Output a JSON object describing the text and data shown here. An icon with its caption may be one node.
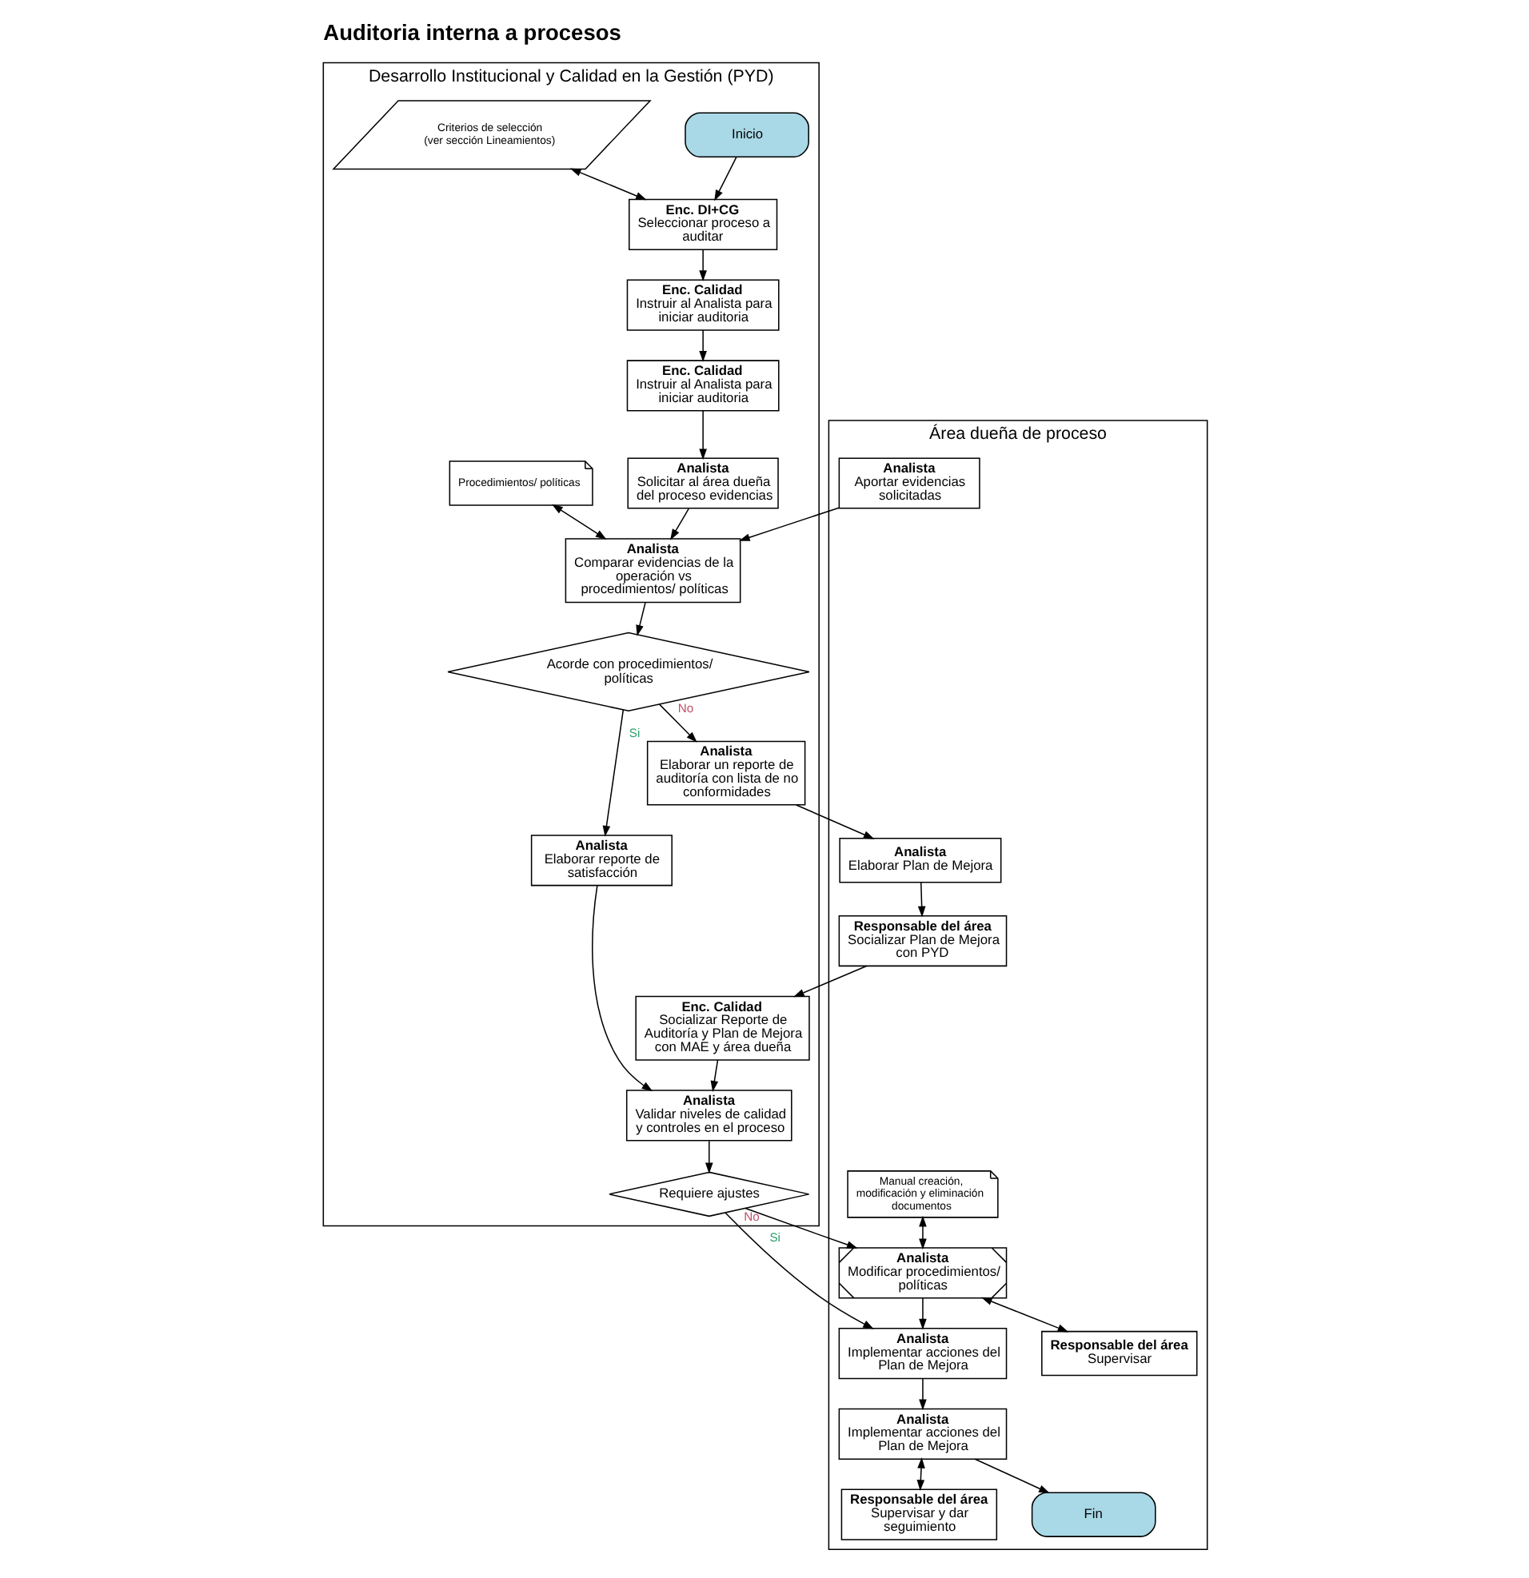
{
  "diagram": {
    "title": "Auditoria interna a procesos",
    "nodes": [
      {
        "text": [
          "Desarrollo Institucional y Calidad en la Gestión (PYD)"
        ]
      },
      {
        "text": [
          "Área dueña de proceso"
        ]
      },
      {
        "text": [
          "Inicio"
        ],
        "in": 0
      },
      {
        "text": [
          "Criterios de selección (ver sección Lineamientos)"
        ],
        "in": 0
      },
      {
        "text": [
          "Enc. DI+CG",
          "Seleccionar proceso a auditar"
        ],
        "in": 0
      },
      {
        "text": [
          "Enc. Calidad",
          "Instruir al Analista para iniciar auditoria"
        ],
        "in": 0
      },
      {
        "text": [
          "Enc. Calidad",
          "Instruir al Analista para iniciar auditoria"
        ],
        "in": 0
      },
      {
        "text": [
          "Analista",
          "Solicitar al área dueña del proceso evidencias"
        ],
        "in": 0
      },
      {
        "text": [
          "Analista",
          "Aportar evidencias solicitadas"
        ],
        "in": 1
      },
      {
        "text": [
          "Procedimientos/ políticas"
        ],
        "in": 0
      },
      {
        "text": [
          "Analista",
          "Comparar evidencias de la operación vs procedimientos/ políticas"
        ],
        "in": 0
      },
      {
        "text": [
          "Acorde con procedimientos/ políticas"
        ],
        "in": 0
      },
      {
        "text": [
          "Analista",
          "Elaborar reporte de satisfacción"
        ],
        "in": 0
      },
      {
        "text": [
          "Analista",
          "Elaborar un reporte de auditoría con lista de no conformidades"
        ],
        "in": 0
      },
      {
        "text": [
          "Analista",
          "Elaborar Plan de Mejora"
        ],
        "in": 1
      },
      {
        "text": [
          "Responsable del área",
          "Socializar Plan de Mejora con PYD"
        ],
        "in": 1
      },
      {
        "text": [
          "Enc. Calidad",
          "Socializar Reporte de Auditoría y Plan de Mejora con MAE y área dueña"
        ],
        "in": 0
      },
      {
        "text": [
          "Analista",
          "Validar niveles de calidad y controles en el proceso"
        ],
        "in": 0
      },
      {
        "text": [
          "Requiere ajustes"
        ],
        "in": 0
      },
      {
        "text": [
          "Manual creación, modificación y eliminación documentos"
        ],
        "in": 1
      },
      {
        "text": [
          "Analista",
          "Modificar procedimientos/ políticas"
        ],
        "in": 1
      },
      {
        "text": [
          "Responsable del área",
          "Supervisar"
        ],
        "in": 1
      },
      {
        "text": [
          "Analista",
          "Implementar acciones del Plan de Mejora"
        ],
        "in": 1
      },
      {
        "text": [
          "Analista",
          "Implementar acciones del Plan de Mejora"
        ],
        "in": 1
      },
      {
        "text": [
          "Responsable del área",
          "Supervisar y dar seguimiento"
        ],
        "in": 1
      },
      {
        "text": [
          "Fin"
        ],
        "in": 1
      }
    ],
    "edges": [
      {
        "from": 2,
        "to": 4,
        "arrow": "to"
      },
      {
        "from": 3,
        "to": 4,
        "arrow": "both"
      },
      {
        "from": 4,
        "to": 5,
        "arrow": "to"
      },
      {
        "from": 5,
        "to": 6,
        "arrow": "to"
      },
      {
        "from": 6,
        "to": 7,
        "arrow": "to"
      },
      {
        "from": 7,
        "to": 10,
        "arrow": "to"
      },
      {
        "from": 9,
        "to": 10,
        "arrow": "both"
      },
      {
        "from": 8,
        "to": 10,
        "arrow": "to"
      },
      {
        "from": 10,
        "to": 11,
        "arrow": "to"
      },
      {
        "from": 11,
        "to": 12,
        "arrow": "to",
        "label": "Si"
      },
      {
        "from": 11,
        "to": 13,
        "arrow": "to",
        "label": "No"
      },
      {
        "from": 12,
        "to": 17,
        "arrow": "to"
      },
      {
        "from": 13,
        "to": 14,
        "arrow": "to"
      },
      {
        "from": 14,
        "to": 15,
        "arrow": "to"
      },
      {
        "from": 15,
        "to": 16,
        "arrow": "to"
      },
      {
        "from": 16,
        "to": 17,
        "arrow": "to"
      },
      {
        "from": 17,
        "to": 18,
        "arrow": "to"
      },
      {
        "from": 18,
        "to": 20,
        "arrow": "to",
        "label": "Si"
      },
      {
        "from": 18,
        "to": 22,
        "arrow": "to",
        "label": "No"
      },
      {
        "from": 19,
        "to": 20,
        "arrow": "both"
      },
      {
        "from": 20,
        "to": 21,
        "arrow": "both"
      },
      {
        "from": 20,
        "to": 22,
        "arrow": "to"
      },
      {
        "from": 22,
        "to": 23,
        "arrow": "to"
      },
      {
        "from": 23,
        "to": 24,
        "arrow": "both"
      },
      {
        "from": 23,
        "to": 25,
        "arrow": "to"
      }
    ]
  }
}
